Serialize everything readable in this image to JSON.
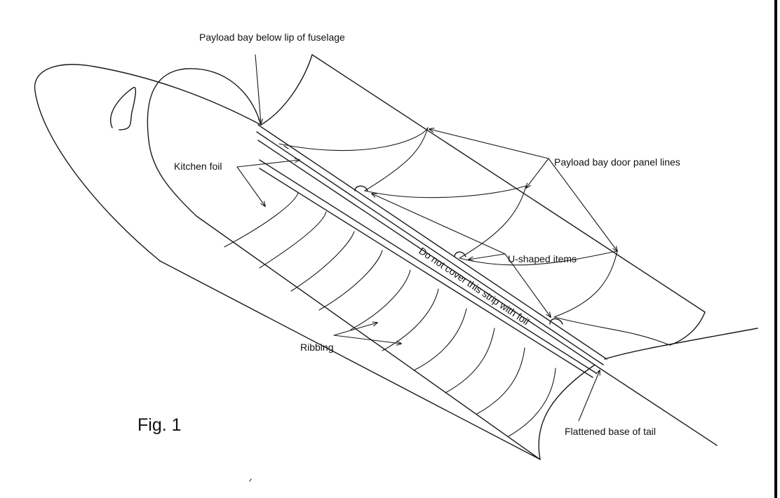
{
  "figure_label": "Fig. 1",
  "labels": {
    "payload_bay_lip": "Payload bay below lip of fuselage",
    "door_panel_lines": "Payload bay door panel lines",
    "kitchen_foil": "Kitchen foil",
    "u_shaped_items": "U-shaped items",
    "ribbing": "Ribbing",
    "flattened_tail": "Flattened base of tail",
    "strip_note": "Do not cover this strip with foil"
  }
}
